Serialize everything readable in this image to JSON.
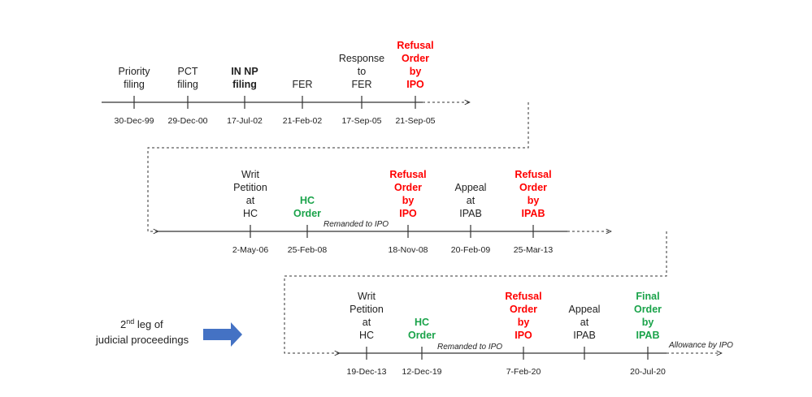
{
  "colors": {
    "red": "#ff0000",
    "green": "#1aa34a",
    "arrow": "#4472c4"
  },
  "row1": {
    "events": [
      {
        "lines": [
          "Priority",
          "filing"
        ],
        "date": "30-Dec-99",
        "style": "normal"
      },
      {
        "lines": [
          "PCT",
          "filing"
        ],
        "date": "29-Dec-00",
        "style": "normal"
      },
      {
        "lines": [
          "IN NP",
          "filing"
        ],
        "date": "17-Jul-02",
        "style": "bold"
      },
      {
        "lines": [
          "FER"
        ],
        "date": "21-Feb-02",
        "style": "normal"
      },
      {
        "lines": [
          "Response",
          "to",
          "FER"
        ],
        "date": "17-Sep-05",
        "style": "normal"
      },
      {
        "lines": [
          "Refusal",
          "Order",
          "by",
          "IPO"
        ],
        "date": "21-Sep-05",
        "style": "red"
      }
    ]
  },
  "row2": {
    "events": [
      {
        "lines": [
          "Writ",
          "Petition",
          "at",
          "HC"
        ],
        "date": "2-May-06",
        "style": "normal"
      },
      {
        "lines": [
          "HC",
          "Order"
        ],
        "date": "25-Feb-08",
        "style": "green"
      },
      {
        "lines": [
          "Refusal",
          "Order",
          "by",
          "IPO"
        ],
        "date": "18-Nov-08",
        "style": "red"
      },
      {
        "lines": [
          "Appeal",
          "at",
          "IPAB"
        ],
        "date": "20-Feb-09",
        "style": "normal"
      },
      {
        "lines": [
          "Refusal",
          "Order",
          "by",
          "IPAB"
        ],
        "date": "25-Mar-13",
        "style": "red"
      }
    ],
    "note": "Remanded to IPO"
  },
  "row3": {
    "events": [
      {
        "lines": [
          "Writ",
          "Petition",
          "at",
          "HC"
        ],
        "date": "19-Dec-13",
        "style": "normal"
      },
      {
        "lines": [
          "HC",
          "Order"
        ],
        "date": "12-Dec-19",
        "style": "green"
      },
      {
        "lines": [
          "Refusal",
          "Order",
          "by",
          "IPO"
        ],
        "date": "7-Feb-20",
        "style": "red"
      },
      {
        "lines": [
          "Appeal",
          "at",
          "IPAB"
        ],
        "date": "",
        "style": "normal"
      },
      {
        "lines": [
          "Final",
          "Order",
          "by",
          "IPAB"
        ],
        "date": "20-Jul-20",
        "style": "green"
      }
    ],
    "note": "Remanded to IPO",
    "end_note": "Allowance by IPO"
  },
  "side_label": {
    "sup_prefix": "2",
    "sup": "nd",
    "line1_rest": " leg of",
    "line2": "judicial proceedings"
  }
}
